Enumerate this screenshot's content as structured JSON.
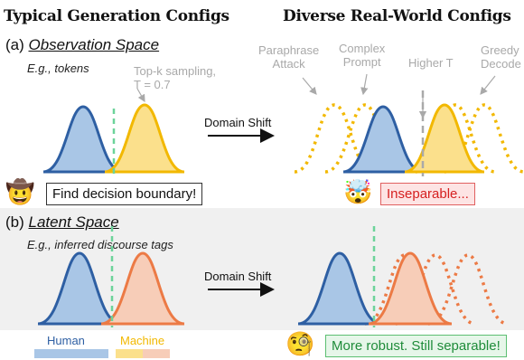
{
  "header": {
    "left_title": "Typical Generation Configs",
    "right_title": "Diverse Real-World Configs"
  },
  "observation": {
    "section_prefix": "(a) ",
    "section_label": "Observation Space",
    "example": "E.g., tokens",
    "sampling_note": "Top-k sampling,\nT = 0.7",
    "annot_paraphrase": "Paraphrase\nAttack",
    "annot_complex": "Complex\nPrompt",
    "annot_higher_t": "Higher T",
    "annot_greedy": "Greedy\nDecode",
    "arrow_label": "Domain Shift",
    "left_box": "Find decision boundary!",
    "right_box": "Inseparable...",
    "left_emoji": "🤠",
    "right_emoji": "🤯"
  },
  "latent": {
    "section_prefix": "(b) ",
    "section_label": "Latent Space",
    "example": "E.g., inferred discourse tags",
    "arrow_label": "Domain Shift",
    "right_box": "More robust. Still separable!",
    "right_emoji": "🧐"
  },
  "legend": {
    "human": "Human",
    "machine": "Machine"
  },
  "colors": {
    "human_fill": "#a9c6e6",
    "human_stroke": "#2e5fa3",
    "machine_obs_fill": "#fbe08c",
    "machine_obs_stroke": "#f2b800",
    "machine_lat_fill": "#f7cdb8",
    "machine_lat_stroke": "#ec7a45",
    "boundary": "#6cd39a"
  }
}
